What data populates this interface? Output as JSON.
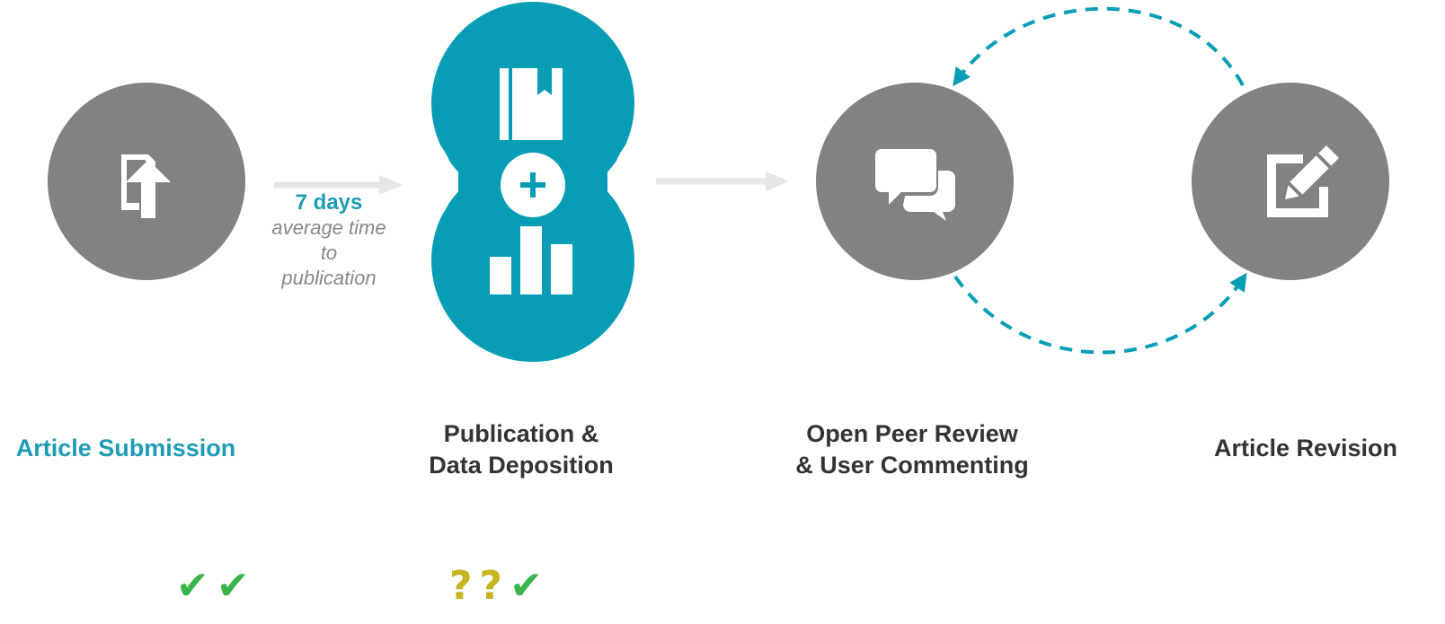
{
  "colors": {
    "teal": "#069db5",
    "gray": "#828282",
    "arrow": "#e6e6e6",
    "label_dark": "#333333",
    "label_accent": "#1e9cb4",
    "note_gray": "#888888",
    "mark_green": "#3ab54a",
    "mark_yellow": "#c6b421"
  },
  "steps": [
    {
      "icon": "upload-document-icon",
      "label": [
        "Article Submission"
      ],
      "accent": true
    },
    {
      "icon": "notebook-plus-bar-chart-icon",
      "label": [
        "Publication &",
        "Data Deposition"
      ],
      "accent": false
    },
    {
      "icon": "chat-bubbles-icon",
      "label": [
        "Open Peer Review",
        "& User Commenting"
      ],
      "accent": false
    },
    {
      "icon": "edit-pencil-icon",
      "label": [
        "Article Revision"
      ],
      "accent": false
    }
  ],
  "timing_note": {
    "headline": "7 days",
    "lines": [
      "average time",
      "to",
      "publication"
    ]
  },
  "status_marks": [
    {
      "step": "Article Submission",
      "marks": [
        "✔",
        "✔"
      ]
    },
    {
      "step": "Publication & Data Deposition",
      "marks": [
        "?",
        "?",
        "✔"
      ]
    }
  ]
}
